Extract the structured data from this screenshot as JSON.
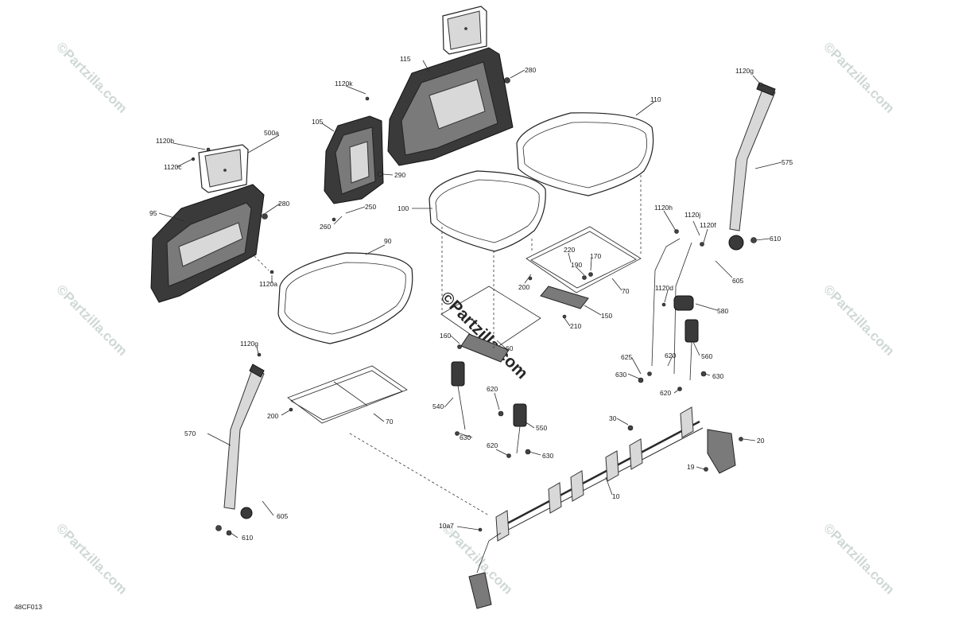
{
  "diagram": {
    "code": "48CF013",
    "watermark_text": "©Partzilla.com",
    "callouts": {
      "c10": "10",
      "c10a7": "10a7",
      "c19": "19",
      "c20": "20",
      "c30": "30",
      "c60": "60",
      "c70a": "70",
      "c70b": "70",
      "c90": "90",
      "c95": "95",
      "c100": "100",
      "c105": "105",
      "c110": "110",
      "c115": "115",
      "c150": "150",
      "c160": "160",
      "c170": "170",
      "c190": "190",
      "c200a": "200",
      "c200b": "200",
      "c210": "210",
      "c220": "220",
      "c250": "250",
      "c260": "260",
      "c280a": "280",
      "c280b": "280",
      "c290": "290",
      "c500a": "500a",
      "c540": "540",
      "c550": "550",
      "c560": "560",
      "c570": "570",
      "c575": "575",
      "c580": "580",
      "c605a": "605",
      "c605b": "605",
      "c610a": "610",
      "c610b": "610",
      "c620a": "620",
      "c620b": "620",
      "c620c": "620",
      "c620d": "620",
      "c625": "625",
      "c630a": "630",
      "c630b": "630",
      "c630c": "630",
      "c630d": "630",
      "c1120a": "1120a",
      "c1120b": "1120b",
      "c1120c": "1120c",
      "c1120d": "1120d",
      "c1120f": "1120f",
      "c1120g1": "1120g",
      "c1120g2": "1120g",
      "c1120h": "1120h",
      "c1120j": "1120j",
      "c1120k": "1120k"
    }
  }
}
